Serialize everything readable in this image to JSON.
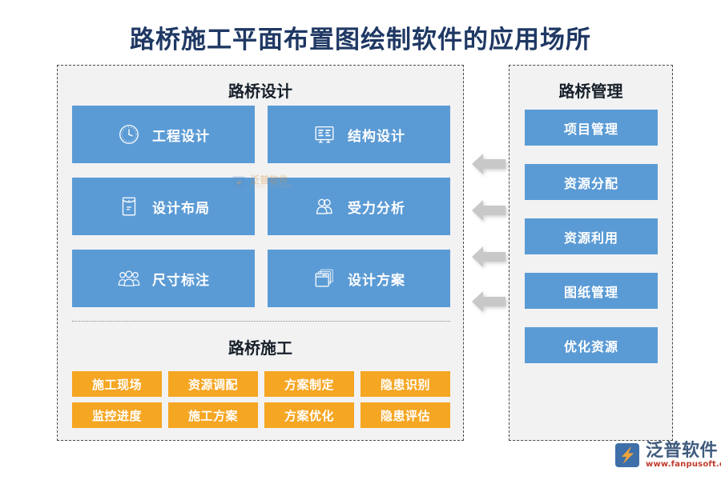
{
  "title": "路桥施工平面布置图绘制软件的应用场所",
  "colors": {
    "title_text": "#1f3864",
    "panel_background": "#f2f2f2",
    "panel_border": "#4a4a4a",
    "card_blue": "#5b9bd5",
    "chip_orange": "#f5a623",
    "arrow_gray": "#c8c8c8",
    "brand_blue": "#3f5b7e",
    "brand_url_red": "#c0392b"
  },
  "left_panel": {
    "design": {
      "heading": "路桥设计",
      "cards": [
        {
          "label": "工程设计",
          "icon": "clock-icon"
        },
        {
          "label": "结构设计",
          "icon": "presentation-board-icon"
        },
        {
          "label": "设计布局",
          "icon": "envelope-document-icon"
        },
        {
          "label": "受力分析",
          "icon": "two-people-icon"
        },
        {
          "label": "尺寸标注",
          "icon": "group-people-icon"
        },
        {
          "label": "设计方案",
          "icon": "stacked-windows-icon"
        }
      ]
    },
    "construction": {
      "heading": "路桥施工",
      "chips": [
        "施工现场",
        "资源调配",
        "方案制定",
        "隐患识别",
        "监控进度",
        "施工方案",
        "方案优化",
        "隐患评估"
      ]
    }
  },
  "right_panel": {
    "heading": "路桥管理",
    "items": [
      "项目管理",
      "资源分配",
      "资源利用",
      "图纸管理",
      "优化资源"
    ]
  },
  "arrows": {
    "count": 4,
    "direction": "left",
    "icon": "arrow-left-icon"
  },
  "watermark": {
    "cn": "泛普软件",
    "en": "FANPU SOFTWARE"
  },
  "brand": {
    "name": "泛普软件",
    "url": "www.fanpusoft.com",
    "icon": "fanpu-logo-icon"
  }
}
